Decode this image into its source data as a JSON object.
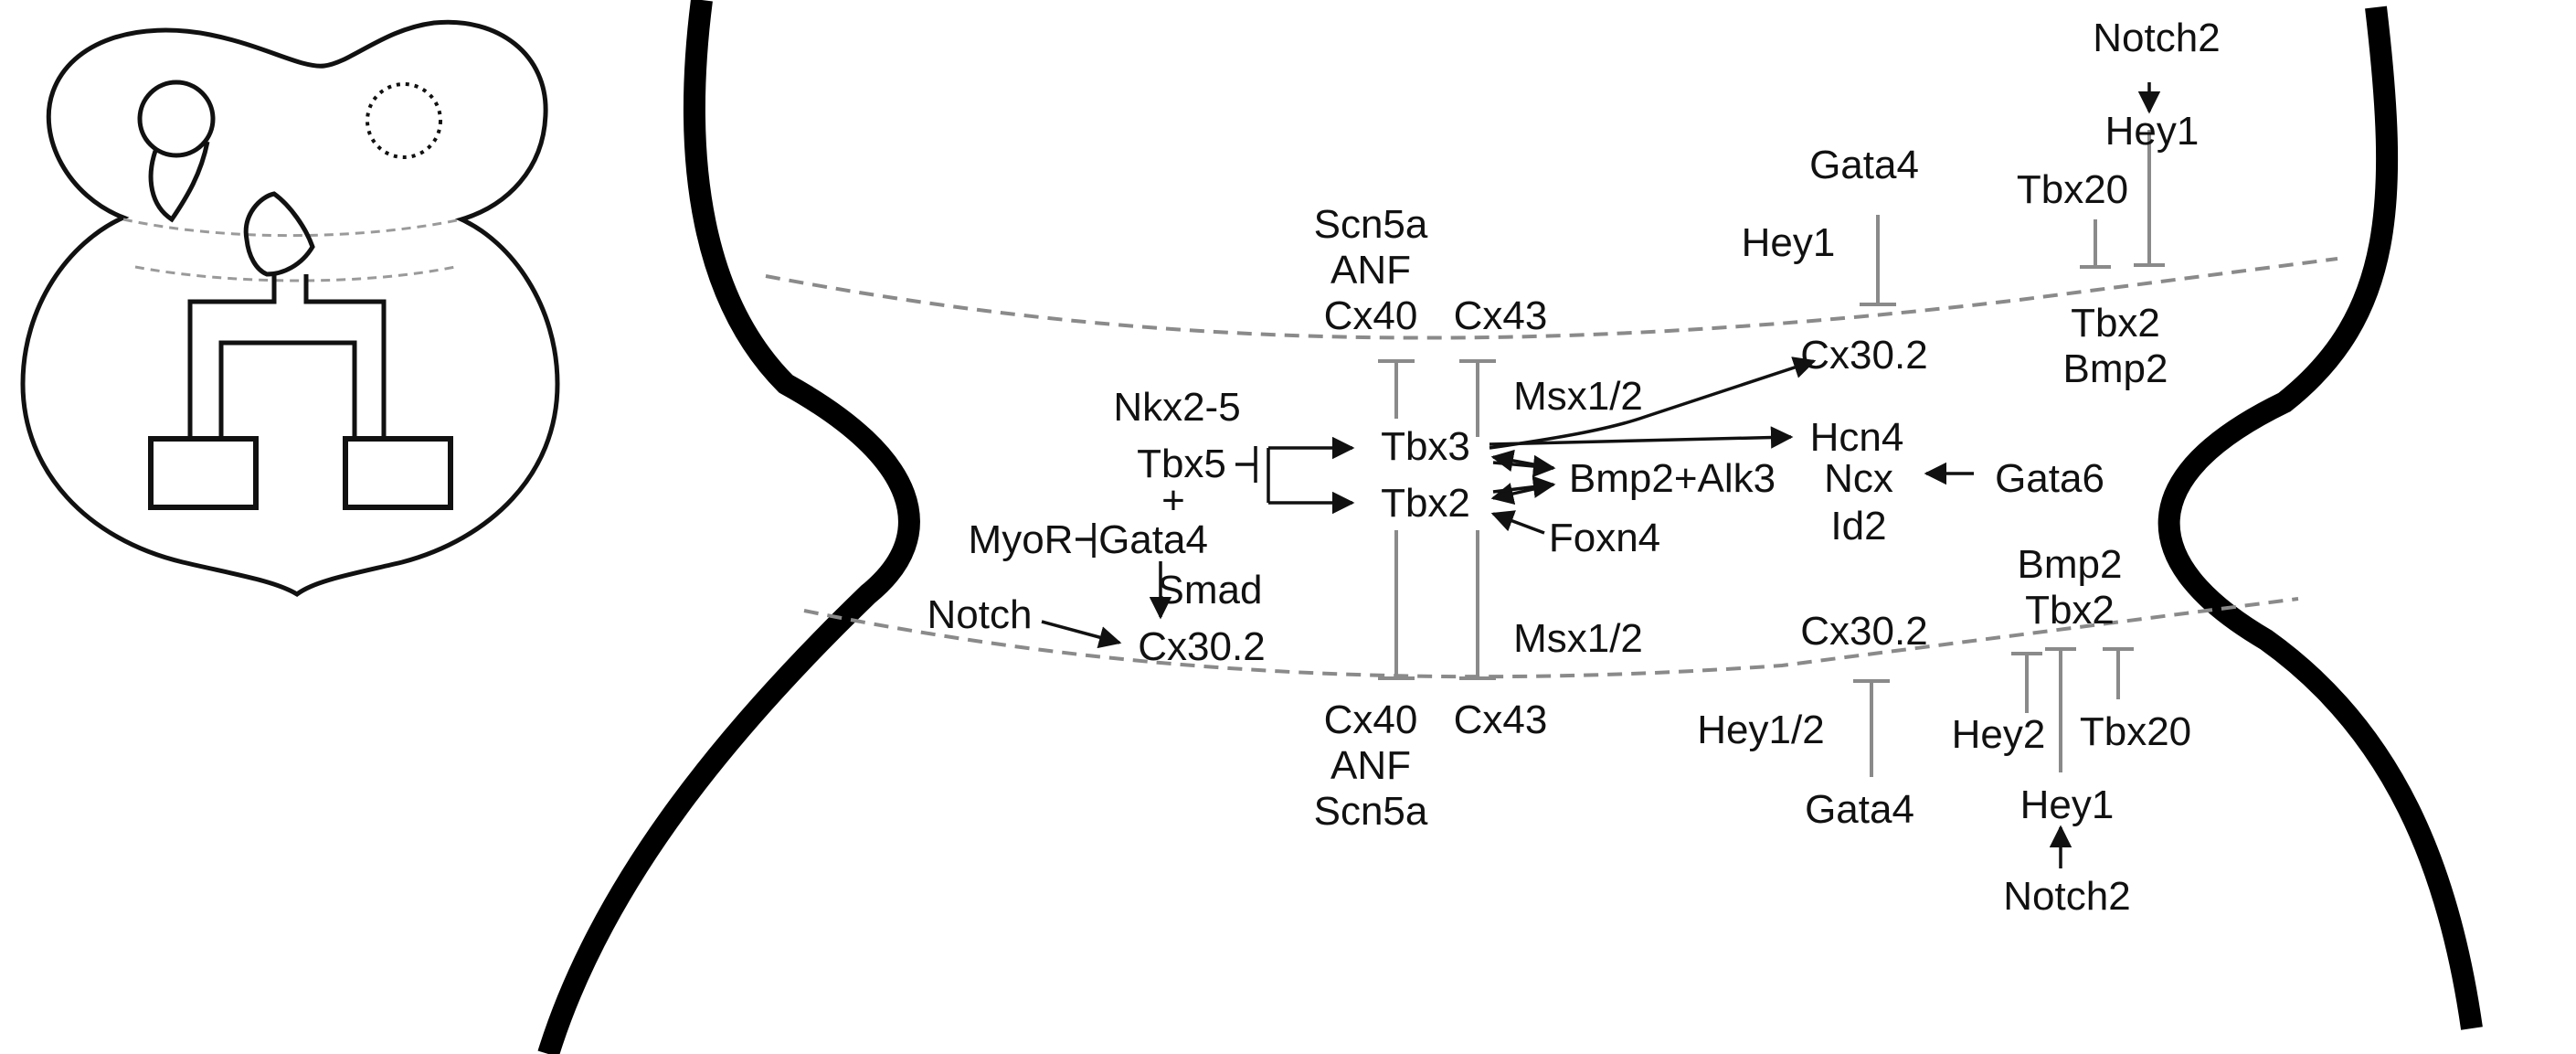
{
  "colors": {
    "ink": "#111111",
    "boundary_line": "#8a8a8a",
    "inhibition_line": "#8a8a8a",
    "background": "#ffffff"
  },
  "labels": {
    "top_notch2": "Notch2",
    "top_hey1": "Hey1",
    "top_tbx20": "Tbx20",
    "top_gata4": "Gata4",
    "top_hey1_left": "Hey1",
    "top_tbx2": "Tbx2",
    "top_bmp2": "Bmp2",
    "top_cx30_2": "Cx30.2",
    "scn5a_top": "Scn5a",
    "anf_top": "ANF",
    "cx40_top": "Cx40",
    "cx43_top": "Cx43",
    "msx_top": "Msx1/2",
    "nkx": "Nkx2-5",
    "tbx5": "Tbx5",
    "plus": "+",
    "myor": "MyoR",
    "gata4_mid": "Gata4",
    "smad": "Smad",
    "notch": "Notch",
    "cx30_2_left": "Cx30.2",
    "tbx3": "Tbx3",
    "tbx2_mid": "Tbx2",
    "bmp2_alk3": "Bmp2+Alk3",
    "foxn4": "Foxn4",
    "hcn4": "Hcn4",
    "ncx": "Ncx",
    "id2": "Id2",
    "gata6": "Gata6",
    "msx_bottom": "Msx1/2",
    "cx40_bottom": "Cx40",
    "cx43_bottom": "Cx43",
    "anf_bottom": "ANF",
    "scn5a_bottom": "Scn5a",
    "bmp2_bottom": "Bmp2",
    "tbx2_bottom": "Tbx2",
    "cx30_2_bottom": "Cx30.2",
    "hey12": "Hey1/2",
    "hey2": "Hey2",
    "tbx20_bottom": "Tbx20",
    "gata4_bottom": "Gata4",
    "hey1_bottom": "Hey1",
    "notch2_bottom": "Notch2"
  }
}
